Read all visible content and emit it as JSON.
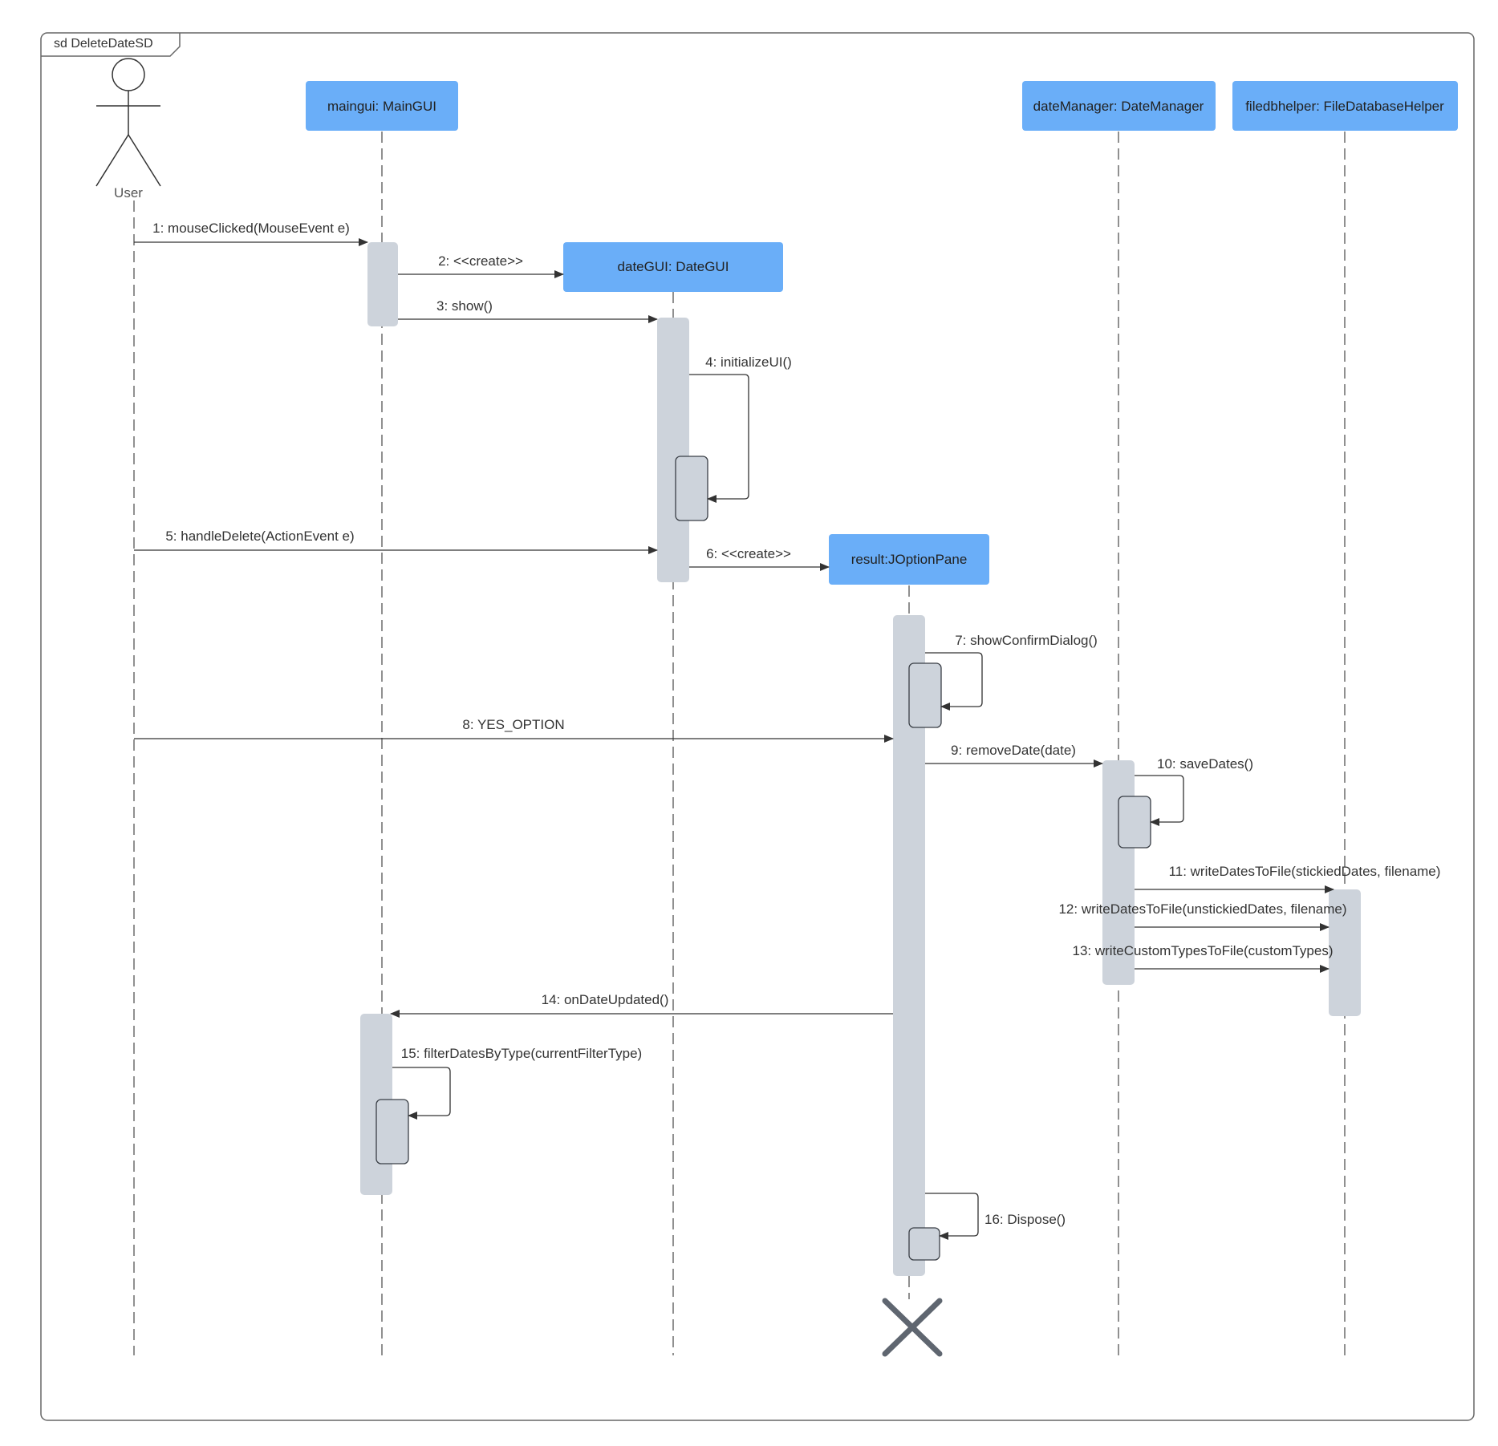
{
  "frame": {
    "label": "sd DeleteDateSD"
  },
  "colors": {
    "object_fill": "#6aaef8",
    "activation_fill": "#cdd3db",
    "activation_stroke": "#8a939e",
    "line": "#333333",
    "destroy": "#5f6670",
    "frame_stroke": "#666666"
  },
  "actor": {
    "name": "User"
  },
  "objects": [
    {
      "id": "maingui",
      "label": "maingui: MainGUI"
    },
    {
      "id": "dategui",
      "label": "dateGUI: DateGUI"
    },
    {
      "id": "result",
      "label": "result:JOptionPane"
    },
    {
      "id": "datemanager",
      "label": "dateManager: DateManager"
    },
    {
      "id": "filedbhelper",
      "label": "filedbhelper: FileDatabaseHelper"
    }
  ],
  "messages": [
    {
      "label": "1: mouseClicked(MouseEvent e)"
    },
    {
      "label": "2: <<create>>"
    },
    {
      "label": "3: show()"
    },
    {
      "label": "4: initializeUI()"
    },
    {
      "label": "5: handleDelete(ActionEvent e)"
    },
    {
      "label": "6: <<create>>"
    },
    {
      "label": "7: showConfirmDialog()"
    },
    {
      "label": "8: YES_OPTION"
    },
    {
      "label": "9: removeDate(date)"
    },
    {
      "label": "10: saveDates()"
    },
    {
      "label": "11: writeDatesToFile(stickiedDates, filename)"
    },
    {
      "label": "12: writeDatesToFile(unstickiedDates, filename)"
    },
    {
      "label": "13: writeCustomTypesToFile(customTypes)"
    },
    {
      "label": "14: onDateUpdated()"
    },
    {
      "label": "15: filterDatesByType(currentFilterType)"
    },
    {
      "label": "16: Dispose()"
    }
  ]
}
